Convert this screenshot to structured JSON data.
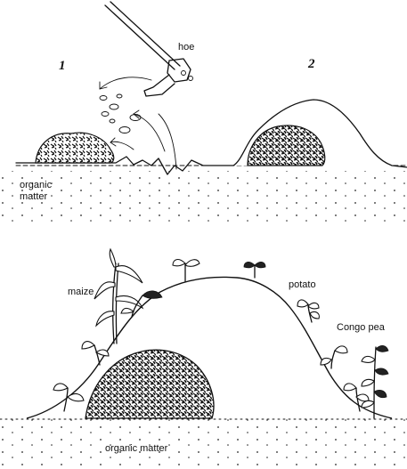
{
  "labels": {
    "panel1_number": "1",
    "panel2_number": "2",
    "hoe": "hoe",
    "organic_matter_top_line1": "organic",
    "organic_matter_top_line2": "matter",
    "maize": "maize",
    "potato": "potato",
    "congo_pea": "Congo pea",
    "organic_matter_bottom": "organic matter"
  }
}
